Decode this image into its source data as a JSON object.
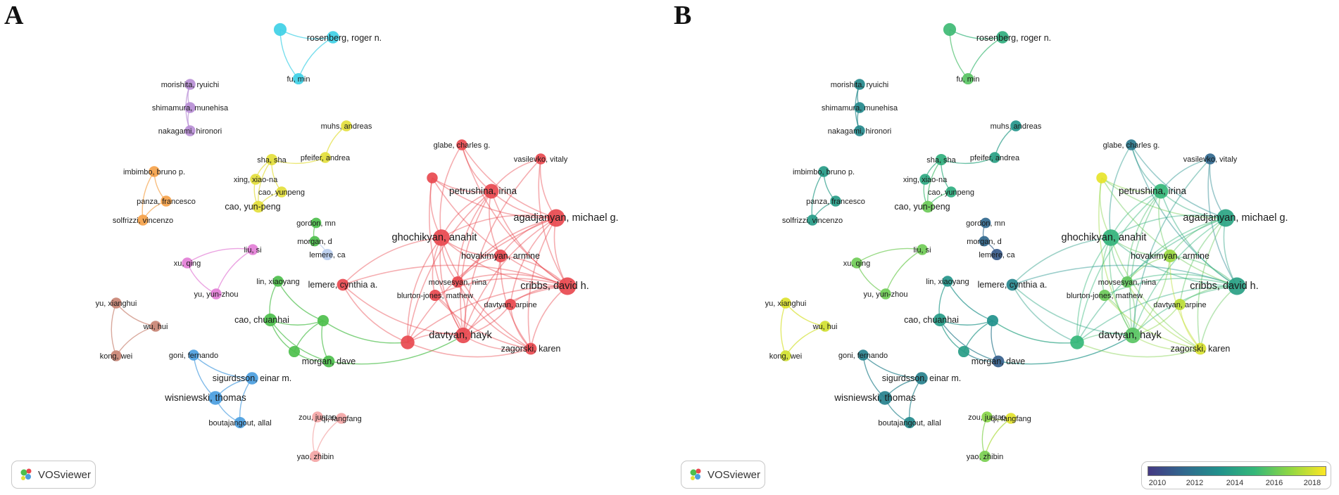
{
  "panels": [
    {
      "letter": "A",
      "color_mode": "cluster",
      "badge_text": "VOSviewer"
    },
    {
      "letter": "B",
      "color_mode": "overlay",
      "badge_text": "VOSviewer"
    }
  ],
  "overlay_scale": {
    "ticks": [
      "2010",
      "2012",
      "2014",
      "2016",
      "2018"
    ],
    "range": [
      2009,
      2019
    ],
    "colors": [
      "#443983",
      "#31688e",
      "#21918c",
      "#35b779",
      "#90d743",
      "#fde725"
    ]
  },
  "cluster_colors": {
    "red": "#e8494f",
    "cyan": "#3fd0e6",
    "purple": "#b98fd6",
    "yellow": "#e3de3c",
    "orange": "#f5a24a",
    "green": "#4dbf4c",
    "pink": "#e27ed6",
    "brown": "#c98474",
    "blue": "#4b9ee0",
    "lightblue": "#b9cdee",
    "salmon": "#f4a6a6"
  },
  "nodes": [
    {
      "id": "unlabeled-cyan",
      "label": "",
      "cluster": "cyan",
      "weight": 1.2,
      "year": 2015.2
    },
    {
      "id": "rosenberg",
      "label": "rosenberg, roger n.",
      "cluster": "cyan",
      "weight": 1.1,
      "year": 2014.5
    },
    {
      "id": "fu-min",
      "label": "fu, min",
      "cluster": "cyan",
      "weight": 0.9,
      "year": 2015.8
    },
    {
      "id": "morishita",
      "label": "morishita, ryuichi",
      "cluster": "purple",
      "weight": 0.8,
      "year": 2012.6
    },
    {
      "id": "shimamura",
      "label": "shimamura, munehisa",
      "cluster": "purple",
      "weight": 0.8,
      "year": 2012.6
    },
    {
      "id": "nakagami",
      "label": "nakagami, hironori",
      "cluster": "purple",
      "weight": 0.8,
      "year": 2012.6
    },
    {
      "id": "muhs",
      "label": "muhs, andreas",
      "cluster": "yellow",
      "weight": 0.8,
      "year": 2013.2
    },
    {
      "id": "pfeifer",
      "label": "pfeifer, andrea",
      "cluster": "yellow",
      "weight": 0.8,
      "year": 2013.8
    },
    {
      "id": "sha-sha",
      "label": "sha, sha",
      "cluster": "yellow",
      "weight": 0.9,
      "year": 2014.6
    },
    {
      "id": "xing",
      "label": "xing, xiao-na",
      "cluster": "yellow",
      "weight": 0.8,
      "year": 2014.2
    },
    {
      "id": "cao-yunpeng",
      "label": "cao, yunpeng",
      "cluster": "yellow",
      "weight": 0.8,
      "year": 2014.4
    },
    {
      "id": "cao-yun-peng",
      "label": "cao, yun-peng",
      "cluster": "yellow",
      "weight": 1.0,
      "year": 2016.2
    },
    {
      "id": "imbimbo",
      "label": "imbimbo, bruno p.",
      "cluster": "orange",
      "weight": 0.8,
      "year": 2013.5
    },
    {
      "id": "panza",
      "label": "panza, francesco",
      "cluster": "orange",
      "weight": 0.8,
      "year": 2013.5
    },
    {
      "id": "solfrizzi",
      "label": "solfrizzi, vincenzo",
      "cluster": "orange",
      "weight": 0.8,
      "year": 2013.5
    },
    {
      "id": "glabe",
      "label": "glabe, charles g.",
      "cluster": "red",
      "weight": 0.8,
      "year": 2011.8
    },
    {
      "id": "vasilevko",
      "label": "vasilevko, vitaly",
      "cluster": "red",
      "weight": 0.8,
      "year": 2011.0
    },
    {
      "id": "red-unlabeled",
      "label": "",
      "cluster": "red",
      "weight": 0.8,
      "year": 2018.6
    },
    {
      "id": "petrushina",
      "label": "petrushina, irina",
      "cluster": "red",
      "weight": 1.6,
      "year": 2015.0
    },
    {
      "id": "agadjanyan",
      "label": "agadjanyan, michael g.",
      "cluster": "red",
      "weight": 2.2,
      "year": 2014.0
    },
    {
      "id": "ghochikyan",
      "label": "ghochikyan, anahit",
      "cluster": "red",
      "weight": 2.0,
      "year": 2014.8
    },
    {
      "id": "gordon",
      "label": "gordon, mn",
      "cluster": "green",
      "weight": 0.7,
      "year": 2011.0
    },
    {
      "id": "morgan-d",
      "label": "morgan, d",
      "cluster": "green",
      "weight": 0.7,
      "year": 2011.0
    },
    {
      "id": "liu-si",
      "label": "liu, si",
      "cluster": "pink",
      "weight": 0.8,
      "year": 2016.3
    },
    {
      "id": "xu-qing",
      "label": "xu, qing",
      "cluster": "pink",
      "weight": 0.8,
      "year": 2016.3
    },
    {
      "id": "lemere-ca",
      "label": "lemere, ca",
      "cluster": "lightblue",
      "weight": 0.9,
      "year": 2010.4
    },
    {
      "id": "hovakimyan",
      "label": "hovakimyan, armine",
      "cluster": "red",
      "weight": 1.2,
      "year": 2017.2
    },
    {
      "id": "lin-xiaoyang",
      "label": "lin, xiaoyang",
      "cluster": "green",
      "weight": 0.8,
      "year": 2013.2
    },
    {
      "id": "lemere-cynthia",
      "label": "lemere, cynthia a.",
      "cluster": "red",
      "weight": 1.0,
      "year": 2012.4
    },
    {
      "id": "movsesyan",
      "label": "movsesyan, nina",
      "cluster": "red",
      "weight": 0.9,
      "year": 2016.0
    },
    {
      "id": "cribbs",
      "label": "cribbs, david h.",
      "cluster": "red",
      "weight": 2.2,
      "year": 2013.8
    },
    {
      "id": "yu-yun-zhou",
      "label": "yu, yun-zhou",
      "cluster": "pink",
      "weight": 0.8,
      "year": 2016.3
    },
    {
      "id": "blurton-jones",
      "label": "blurton-jones, mathew",
      "cluster": "red",
      "weight": 0.9,
      "year": 2016.2
    },
    {
      "id": "davtyan-arpine",
      "label": "davtyan, arpine",
      "cluster": "red",
      "weight": 0.9,
      "year": 2017.8
    },
    {
      "id": "yu-xianghui",
      "label": "yu, xianghui",
      "cluster": "brown",
      "weight": 0.8,
      "year": 2018.4
    },
    {
      "id": "cao-chuanhai",
      "label": "cao, chuanhai",
      "cluster": "green",
      "weight": 1.2,
      "year": 2013.5
    },
    {
      "id": "green-unlabeled-1",
      "label": "",
      "cluster": "green",
      "weight": 0.9,
      "year": 2013.0
    },
    {
      "id": "wu-hui",
      "label": "wu, hui",
      "cluster": "brown",
      "weight": 0.8,
      "year": 2018.2
    },
    {
      "id": "davtyan-hayk",
      "label": "davtyan, hayk",
      "cluster": "red",
      "weight": 1.8,
      "year": 2015.8
    },
    {
      "id": "red-unlabeled-2",
      "label": "",
      "cluster": "red",
      "weight": 1.4,
      "year": 2015.0
    },
    {
      "id": "green-unlabeled-2",
      "label": "",
      "cluster": "green",
      "weight": 0.9,
      "year": 2013.6
    },
    {
      "id": "zagorski",
      "label": "zagorski, karen",
      "cluster": "red",
      "weight": 1.0,
      "year": 2018.3
    },
    {
      "id": "kong-wei",
      "label": "kong, wei",
      "cluster": "brown",
      "weight": 0.8,
      "year": 2018.2
    },
    {
      "id": "goni",
      "label": "goni, fernando",
      "cluster": "blue",
      "weight": 0.8,
      "year": 2012.2
    },
    {
      "id": "morgan-dave",
      "label": "morgan, dave",
      "cluster": "green",
      "weight": 1.0,
      "year": 2010.6
    },
    {
      "id": "sigurdsson",
      "label": "sigurdsson, einar m.",
      "cluster": "blue",
      "weight": 1.1,
      "year": 2012.2
    },
    {
      "id": "wisniewski",
      "label": "wisniewski, thomas",
      "cluster": "blue",
      "weight": 1.4,
      "year": 2012.2
    },
    {
      "id": "zou-juntao",
      "label": "zou, juntao",
      "cluster": "salmon",
      "weight": 0.8,
      "year": 2016.8
    },
    {
      "id": "qi-fangfang",
      "label": "qi, fangfang",
      "cluster": "salmon",
      "weight": 0.8,
      "year": 2018.5
    },
    {
      "id": "boutajangout",
      "label": "boutajangout, allal",
      "cluster": "blue",
      "weight": 0.9,
      "year": 2012.6
    },
    {
      "id": "yao-zhibin",
      "label": "yao, zhibin",
      "cluster": "salmon",
      "weight": 0.9,
      "year": 2016.5
    }
  ],
  "edges": [
    [
      "unlabeled-cyan",
      "rosenberg"
    ],
    [
      "unlabeled-cyan",
      "fu-min"
    ],
    [
      "rosenberg",
      "fu-min"
    ],
    [
      "morishita",
      "shimamura"
    ],
    [
      "shimamura",
      "nakagami"
    ],
    [
      "morishita",
      "nakagami"
    ],
    [
      "muhs",
      "pfeifer"
    ],
    [
      "sha-sha",
      "xing"
    ],
    [
      "sha-sha",
      "cao-yunpeng"
    ],
    [
      "sha-sha",
      "cao-yun-peng"
    ],
    [
      "xing",
      "cao-yun-peng"
    ],
    [
      "cao-yunpeng",
      "cao-yun-peng"
    ],
    [
      "sha-sha",
      "pfeifer"
    ],
    [
      "imbimbo",
      "panza"
    ],
    [
      "panza",
      "solfrizzi"
    ],
    [
      "imbimbo",
      "solfrizzi"
    ],
    [
      "liu-si",
      "xu-qing"
    ],
    [
      "liu-si",
      "yu-yun-zhou"
    ],
    [
      "xu-qing",
      "yu-yun-zhou"
    ],
    [
      "yu-xianghui",
      "wu-hui"
    ],
    [
      "wu-hui",
      "kong-wei"
    ],
    [
      "yu-xianghui",
      "kong-wei"
    ],
    [
      "goni",
      "sigurdsson"
    ],
    [
      "sigurdsson",
      "wisniewski"
    ],
    [
      "goni",
      "wisniewski"
    ],
    [
      "wisniewski",
      "boutajangout"
    ],
    [
      "sigurdsson",
      "boutajangout"
    ],
    [
      "zou-juntao",
      "qi-fangfang"
    ],
    [
      "zou-juntao",
      "yao-zhibin"
    ],
    [
      "qi-fangfang",
      "yao-zhibin"
    ],
    [
      "gordon",
      "morgan-d"
    ],
    [
      "lemere-ca",
      "morgan-d"
    ],
    [
      "lin-xiaoyang",
      "cao-chuanhai"
    ],
    [
      "lin-xiaoyang",
      "green-unlabeled-1"
    ],
    [
      "cao-chuanhai",
      "green-unlabeled-2"
    ],
    [
      "cao-chuanhai",
      "morgan-dave"
    ],
    [
      "green-unlabeled-1",
      "morgan-dave"
    ],
    [
      "green-unlabeled-2",
      "morgan-dave"
    ],
    [
      "green-unlabeled-1",
      "green-unlabeled-2"
    ],
    [
      "cao-chuanhai",
      "green-unlabeled-1"
    ],
    [
      "green-unlabeled-1",
      "red-unlabeled-2"
    ],
    [
      "morgan-dave",
      "davtyan-hayk"
    ],
    [
      "glabe",
      "petrushina"
    ],
    [
      "glabe",
      "agadjanyan"
    ],
    [
      "glabe",
      "cribbs"
    ],
    [
      "vasilevko",
      "petrushina"
    ],
    [
      "vasilevko",
      "agadjanyan"
    ],
    [
      "vasilevko",
      "cribbs"
    ],
    [
      "red-unlabeled",
      "petrushina"
    ],
    [
      "red-unlabeled",
      "ghochikyan"
    ],
    [
      "red-unlabeled",
      "davtyan-hayk"
    ],
    [
      "red-unlabeled",
      "agadjanyan"
    ],
    [
      "petrushina",
      "agadjanyan"
    ],
    [
      "petrushina",
      "ghochikyan"
    ],
    [
      "petrushina",
      "cribbs"
    ],
    [
      "petrushina",
      "davtyan-hayk"
    ],
    [
      "petrushina",
      "hovakimyan"
    ],
    [
      "petrushina",
      "movsesyan"
    ],
    [
      "petrushina",
      "red-unlabeled-2"
    ],
    [
      "agadjanyan",
      "ghochikyan"
    ],
    [
      "agadjanyan",
      "cribbs"
    ],
    [
      "agadjanyan",
      "davtyan-hayk"
    ],
    [
      "agadjanyan",
      "hovakimyan"
    ],
    [
      "agadjanyan",
      "movsesyan"
    ],
    [
      "agadjanyan",
      "zagorski"
    ],
    [
      "agadjanyan",
      "red-unlabeled-2"
    ],
    [
      "agadjanyan",
      "davtyan-arpine"
    ],
    [
      "ghochikyan",
      "cribbs"
    ],
    [
      "ghochikyan",
      "davtyan-hayk"
    ],
    [
      "ghochikyan",
      "hovakimyan"
    ],
    [
      "ghochikyan",
      "movsesyan"
    ],
    [
      "ghochikyan",
      "red-unlabeled-2"
    ],
    [
      "ghochikyan",
      "zagorski"
    ],
    [
      "ghochikyan",
      "lemere-cynthia"
    ],
    [
      "ghochikyan",
      "blurton-jones"
    ],
    [
      "cribbs",
      "davtyan-hayk"
    ],
    [
      "cribbs",
      "hovakimyan"
    ],
    [
      "cribbs",
      "movsesyan"
    ],
    [
      "cribbs",
      "zagorski"
    ],
    [
      "cribbs",
      "davtyan-arpine"
    ],
    [
      "cribbs",
      "lemere-cynthia"
    ],
    [
      "cribbs",
      "blurton-jones"
    ],
    [
      "cribbs",
      "red-unlabeled-2"
    ],
    [
      "davtyan-hayk",
      "hovakimyan"
    ],
    [
      "davtyan-hayk",
      "zagorski"
    ],
    [
      "davtyan-hayk",
      "movsesyan"
    ],
    [
      "davtyan-hayk",
      "red-unlabeled-2"
    ],
    [
      "davtyan-hayk",
      "blurton-jones"
    ],
    [
      "davtyan-hayk",
      "davtyan-arpine"
    ],
    [
      "hovakimyan",
      "movsesyan"
    ],
    [
      "hovakimyan",
      "zagorski"
    ],
    [
      "movsesyan",
      "zagorski"
    ],
    [
      "lemere-cynthia",
      "davtyan-hayk"
    ],
    [
      "red-unlabeled-2",
      "zagorski"
    ],
    [
      "glabe",
      "ghochikyan"
    ],
    [
      "vasilevko",
      "davtyan-hayk"
    ],
    [
      "blurton-jones",
      "zagorski"
    ],
    [
      "davtyan-arpine",
      "zagorski"
    ],
    [
      "red-unlabeled",
      "cribbs"
    ],
    [
      "lemere-cynthia",
      "red-unlabeled-2"
    ]
  ]
}
